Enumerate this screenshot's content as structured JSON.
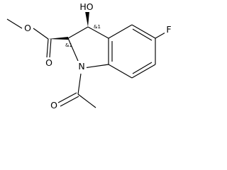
{
  "labels": {
    "methoxy_oxygen": "O",
    "carbonyl_oxygen": "O",
    "hydroxyl": "HO",
    "fluorine": "F",
    "nitrogen": "N",
    "acetyl_oxygen": "O",
    "stereo_c3": "&1",
    "stereo_c2": "&1"
  }
}
